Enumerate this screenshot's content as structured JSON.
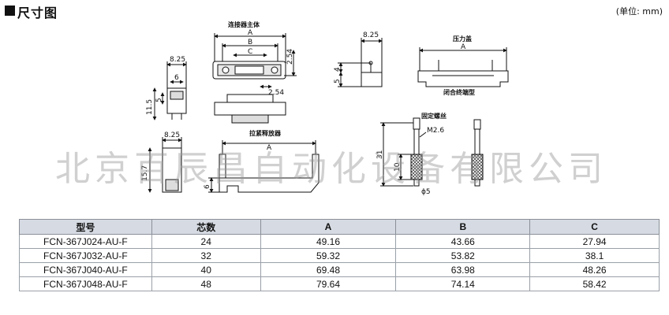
{
  "header": {
    "title": "尺寸图",
    "unit": "(单位: mm)"
  },
  "drawing": {
    "labels": {
      "connector_body": "连接器主体",
      "dim_a": "A",
      "dim_b": "B",
      "dim_c": "C",
      "pitch": "2.54",
      "pitch2": "2.54",
      "w825": "8.25",
      "w6": "6",
      "h115": "11.5",
      "h5": "5",
      "pressure_cover": "压力盖",
      "cover_a": "A",
      "closed_end": "闭合终端型",
      "cover_w825": "8.25",
      "cover_h4": "4",
      "cover_h5": "5",
      "fix_screw": "固定螺丝",
      "m26": "M2.6",
      "h31": "31",
      "h10": "10",
      "phi5": "ϕ5",
      "pull_release": "拉紧释放器",
      "rel_a": "A",
      "rel_w825": "8.25",
      "rel_h157": "15.7",
      "rel_h6": "6"
    }
  },
  "watermark": "北京百辰昌自动化设备有限公司",
  "table": {
    "headers": [
      "型号",
      "芯数",
      "A",
      "B",
      "C"
    ],
    "rows": [
      [
        "FCN-367J024-AU-F",
        "24",
        "49.16",
        "43.66",
        "27.94"
      ],
      [
        "FCN-367J032-AU-F",
        "32",
        "59.32",
        "53.82",
        "38.1"
      ],
      [
        "FCN-367J040-AU-F",
        "40",
        "69.48",
        "63.98",
        "48.26"
      ],
      [
        "FCN-367J048-AU-F",
        "48",
        "79.64",
        "74.14",
        "58.42"
      ]
    ]
  }
}
